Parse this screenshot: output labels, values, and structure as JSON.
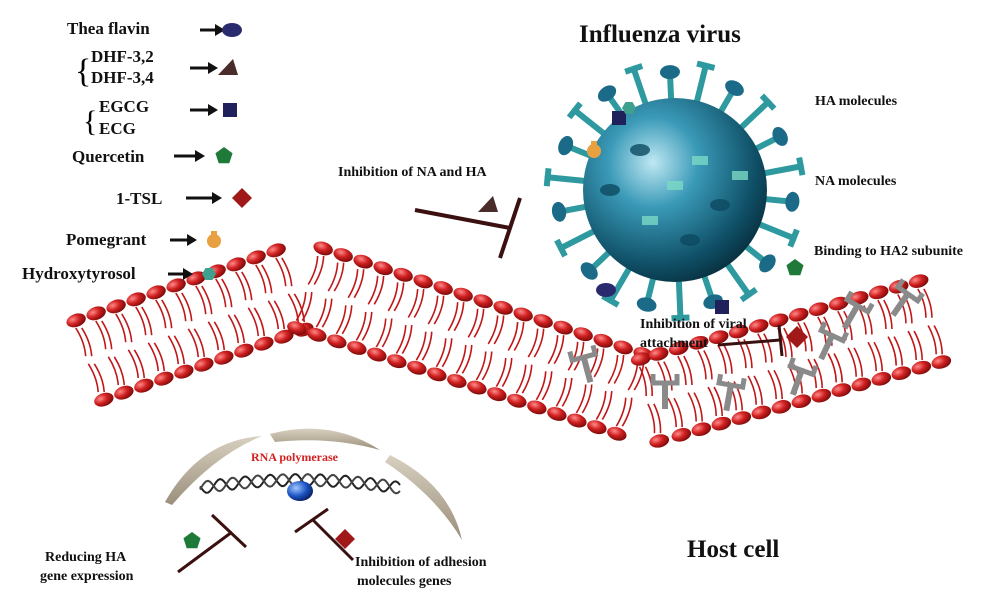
{
  "title": "Influenza virus",
  "host_label": "Host cell",
  "legend": [
    {
      "label": "Thea flavin",
      "icon": "oval-icon",
      "color": "#2a2a6e"
    },
    {
      "label": "DHF-3,2",
      "icon": "triangle-icon",
      "color": "#4a2c2a"
    },
    {
      "label": "DHF-3,4",
      "icon": "triangle-icon",
      "color": "#4a2c2a"
    },
    {
      "label": "EGCG",
      "icon": "square-icon",
      "color": "#20205a"
    },
    {
      "label": "ECG",
      "icon": "square-icon",
      "color": "#20205a"
    },
    {
      "label": "Quercetin",
      "icon": "pentagon-icon",
      "color": "#1f7a3a"
    },
    {
      "label": "1-TSL",
      "icon": "diamond-icon",
      "color": "#a01818"
    },
    {
      "label": "Pomegrant",
      "icon": "pomegranate-icon",
      "color": "#e8a040"
    },
    {
      "label": "Hydroxytyrosol",
      "icon": "hexagon-icon",
      "color": "#40a090"
    }
  ],
  "virus_labels": {
    "ha": "HA molecules",
    "na": "NA molecules",
    "ha2": "Binding to HA2 subunite"
  },
  "inhibitions": {
    "na_ha": "Inhibition of NA and HA",
    "viral_attachment_1": "Inhibition of viral",
    "viral_attachment_2": "attachment",
    "reducing_1": "Reducing HA",
    "reducing_2": "gene expression",
    "adhesion_1": "Inhibition of adhesion",
    "adhesion_2": "molecules genes"
  },
  "rna_polymerase": "RNA polymerase",
  "colors": {
    "membrane": "#c01818",
    "virus": "#1f7f9a",
    "spike": "#2e9aa0",
    "receptor": "#8a8a8a"
  }
}
